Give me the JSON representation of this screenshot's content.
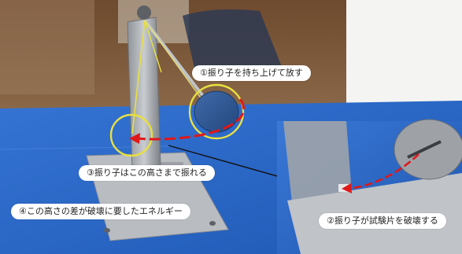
{
  "labels": {
    "step1": "①振り子を持ち上げて放す",
    "step2": "②振り子が試験片を破壊する",
    "step3": "③振り子はこの高さまで振れる",
    "step4": "④この高さの差が破壊に要したエネルギー"
  },
  "colors": {
    "highlight_circle": "#e8e040",
    "swing_arrow": "#e01818",
    "table_blue": "#2a68c8",
    "pendulum_disc": "#2d5a9a"
  },
  "icons": {
    "swing_arrow": "red-curved-arrow-icon",
    "position_marker": "yellow-circle-icon"
  }
}
